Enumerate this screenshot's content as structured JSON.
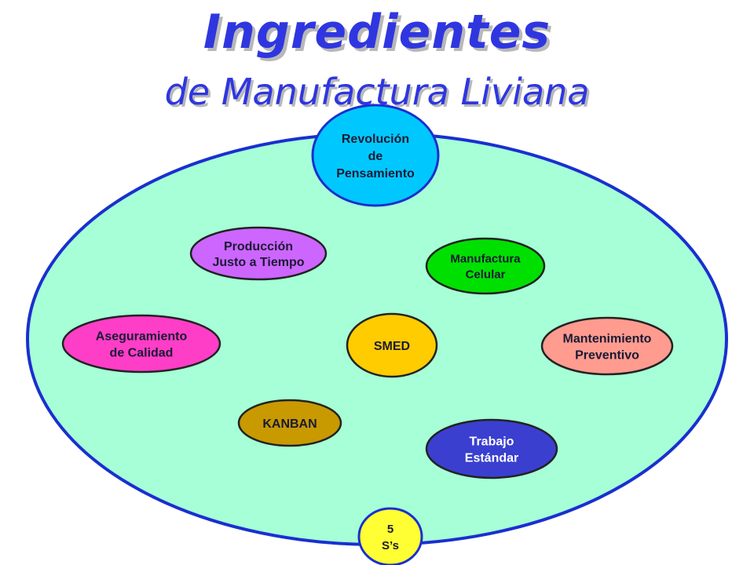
{
  "title": "Ingredientes",
  "subtitle": "de Manufactura Liviana",
  "colors": {
    "title": "#2f36e0",
    "big_ellipse_fill": "#a6ffd6",
    "big_ellipse_stroke": "#1a2fd0"
  },
  "nodes": [
    {
      "id": "revolucion",
      "lines": [
        "Revolución",
        "de",
        "Pensamiento"
      ],
      "fill": "#00c8ff",
      "text_color": "#1a1a33"
    },
    {
      "id": "produccion",
      "lines": [
        "Producción",
        "Justo a Tiempo"
      ],
      "fill": "#cc66ff",
      "text_color": "#1a1a33"
    },
    {
      "id": "manufactura",
      "lines": [
        "Manufactura",
        "Celular"
      ],
      "fill": "#00e000",
      "text_color": "#1a1a33"
    },
    {
      "id": "aseguramiento",
      "lines": [
        "Aseguramiento",
        "de Calidad"
      ],
      "fill": "#ff3ec8",
      "text_color": "#1a1a33"
    },
    {
      "id": "smed",
      "lines": [
        "SMED"
      ],
      "fill": "#ffcc00",
      "text_color": "#1a1a33"
    },
    {
      "id": "mantenimiento",
      "lines": [
        "Mantenimiento",
        "Preventivo"
      ],
      "fill": "#ff9b8f",
      "text_color": "#1a1a33"
    },
    {
      "id": "kanban",
      "lines": [
        "KANBAN"
      ],
      "fill": "#c89a00",
      "text_color": "#1a1a33"
    },
    {
      "id": "trabajo",
      "lines": [
        "Trabajo",
        "Estándar"
      ],
      "fill": "#3a3fd0",
      "text_color": "#ffffff"
    },
    {
      "id": "ss",
      "lines": [
        "5",
        "S’s"
      ],
      "fill": "#ffff33",
      "text_color": "#1a1a33"
    }
  ]
}
